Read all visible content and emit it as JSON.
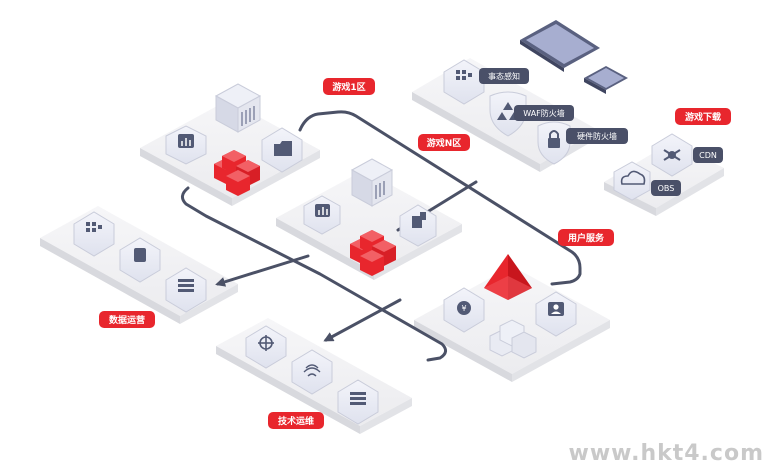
{
  "zones": {
    "zone1": "游戏1区",
    "zoneN": "游戏N区",
    "download": "游戏下载",
    "user": "用户服务",
    "data_ops": "数据运营",
    "tech_ops": "技术运维"
  },
  "security": {
    "awareness": "事态感知",
    "waf": "WAF防火墙",
    "hw_firewall": "硬件防火墙"
  },
  "download_services": {
    "cdn": "CDN",
    "obs": "OBS"
  },
  "watermark": "www.hkt4.com",
  "colors": {
    "accent_red": "#e8262d",
    "line": "#4b5166",
    "platform": "#f1f1f3",
    "node": "#e6e8f2",
    "icon_dark": "#525a75"
  }
}
